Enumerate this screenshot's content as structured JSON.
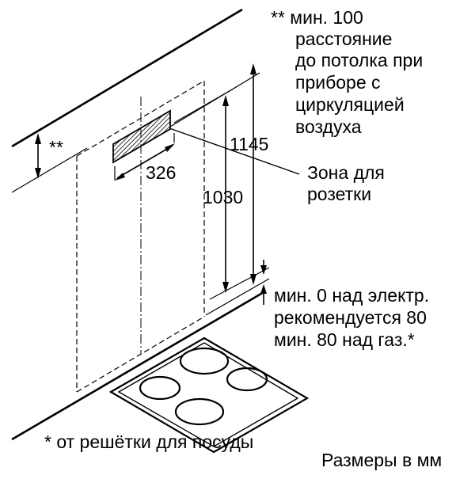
{
  "notes": {
    "ceiling": [
      "** мин. 100",
      "расстояние",
      "до потолка при",
      "приборе с",
      "циркуляцией",
      "воздуха"
    ],
    "ceiling_marker": "**",
    "socket": [
      "Зона для",
      "розетки"
    ],
    "hob": [
      "мин. 0 над электр.",
      "рекомендуется 80",
      "мин. 80 над газ.*"
    ],
    "footnote": "* от решётки для посуды",
    "units": "Размеры в мм"
  },
  "dimensions": {
    "socket_zone_width": "326",
    "socket_zone_height": "1030",
    "total_height": "1145"
  }
}
